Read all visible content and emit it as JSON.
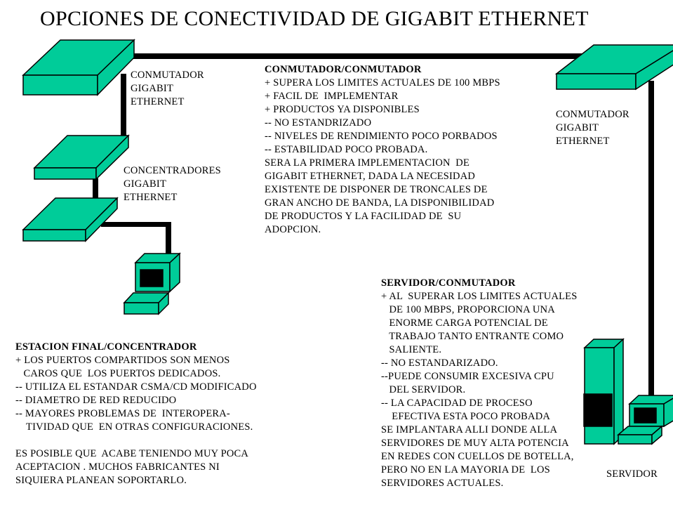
{
  "title": "OPCIONES DE CONECTIVIDAD DE GIGABIT ETHERNET",
  "colors": {
    "device": "#00CC99",
    "cable": "#000000"
  },
  "labels": {
    "switch_left": [
      "CONMUTADOR",
      "GIGABIT",
      "ETHERNET"
    ],
    "hubs": [
      "CONCENTRADORES",
      "GIGABIT",
      "ETHERNET"
    ],
    "switch_right": [
      "CONMUTADOR",
      "GIGABIT",
      "ETHERNET"
    ],
    "server": "SERVIDOR"
  },
  "switch_switch": {
    "heading": "CONMUTADOR/CONMUTADOR",
    "lines": [
      "+ SUPERA LOS LIMITES ACTUALES DE 100 MBPS",
      "+ FACIL DE  IMPLEMENTAR",
      "+ PRODUCTOS YA DISPONIBLES",
      "-- NO ESTANDRIZADO",
      "-- NIVELES DE RENDIMIENTO POCO PORBADOS",
      "-- ESTABILIDAD POCO PROBADA.",
      "SERA LA PRIMERA IMPLEMENTACION  DE",
      "GIGABIT ETHERNET, DADA LA NECESIDAD",
      "EXISTENTE DE DISPONER DE TRONCALES DE",
      "GRAN ANCHO DE BANDA, LA DISPONIBILIDAD",
      "DE PRODUCTOS Y LA FACILIDAD DE  SU",
      "ADOPCION."
    ]
  },
  "server_switch": {
    "heading": "SERVIDOR/CONMUTADOR",
    "lines": [
      "+ AL  SUPERAR LOS LIMITES ACTUALES",
      "   DE 100 MBPS, PROPORCIONA UNA",
      "   ENORME CARGA POTENCIAL DE",
      "   TRABAJO TANTO ENTRANTE COMO",
      "   SALIENTE.",
      "-- NO ESTANDARIZADO.",
      "--PUEDE CONSUMIR EXCESIVA CPU",
      "   DEL SERVIDOR.",
      "-- LA CAPACIDAD DE PROCESO",
      "    EFECTIVA ESTA POCO PROBADA",
      "SE IMPLANTARA ALLI DONDE ALLA",
      "SERVIDORES DE MUY ALTA POTENCIA",
      "EN REDES CON CUELLOS DE BOTELLA,",
      "PERO NO EN LA MAYORIA DE  LOS",
      "SERVIDORES ACTUALES."
    ]
  },
  "station_hub": {
    "heading": "ESTACION FINAL/CONCENTRADOR",
    "lines": [
      "+ LOS PUERTOS COMPARTIDOS SON MENOS",
      "   CAROS QUE  LOS PUERTOS DEDICADOS.",
      "-- UTILIZA EL ESTANDAR CSMA/CD MODIFICADO",
      "-- DIAMETRO DE RED REDUCIDO",
      "-- MAYORES PROBLEMAS DE  INTEROPERA-",
      "    TIVIDAD QUE  EN OTRAS CONFIGURACIONES.",
      "",
      "ES POSIBLE QUE  ACABE TENIENDO MUY POCA",
      "ACEPTACION . MUCHOS FABRICANTES NI",
      "SIQUIERA PLANEAN SOPORTARLO."
    ]
  }
}
